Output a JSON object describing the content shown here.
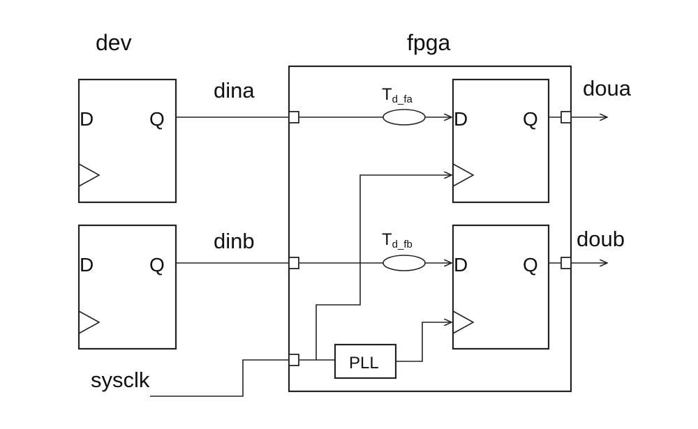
{
  "labels": {
    "dev": "dev",
    "fpga": "fpga",
    "dina": "dina",
    "dinb": "dinb",
    "doua": "doua",
    "doub": "doub",
    "sysclk": "sysclk",
    "pll": "PLL"
  },
  "flipflop_pins": {
    "d": "D",
    "q": "Q"
  },
  "delays": [
    {
      "main": "T",
      "sub": "d_fa"
    },
    {
      "main": "T",
      "sub": "d_fb"
    }
  ]
}
